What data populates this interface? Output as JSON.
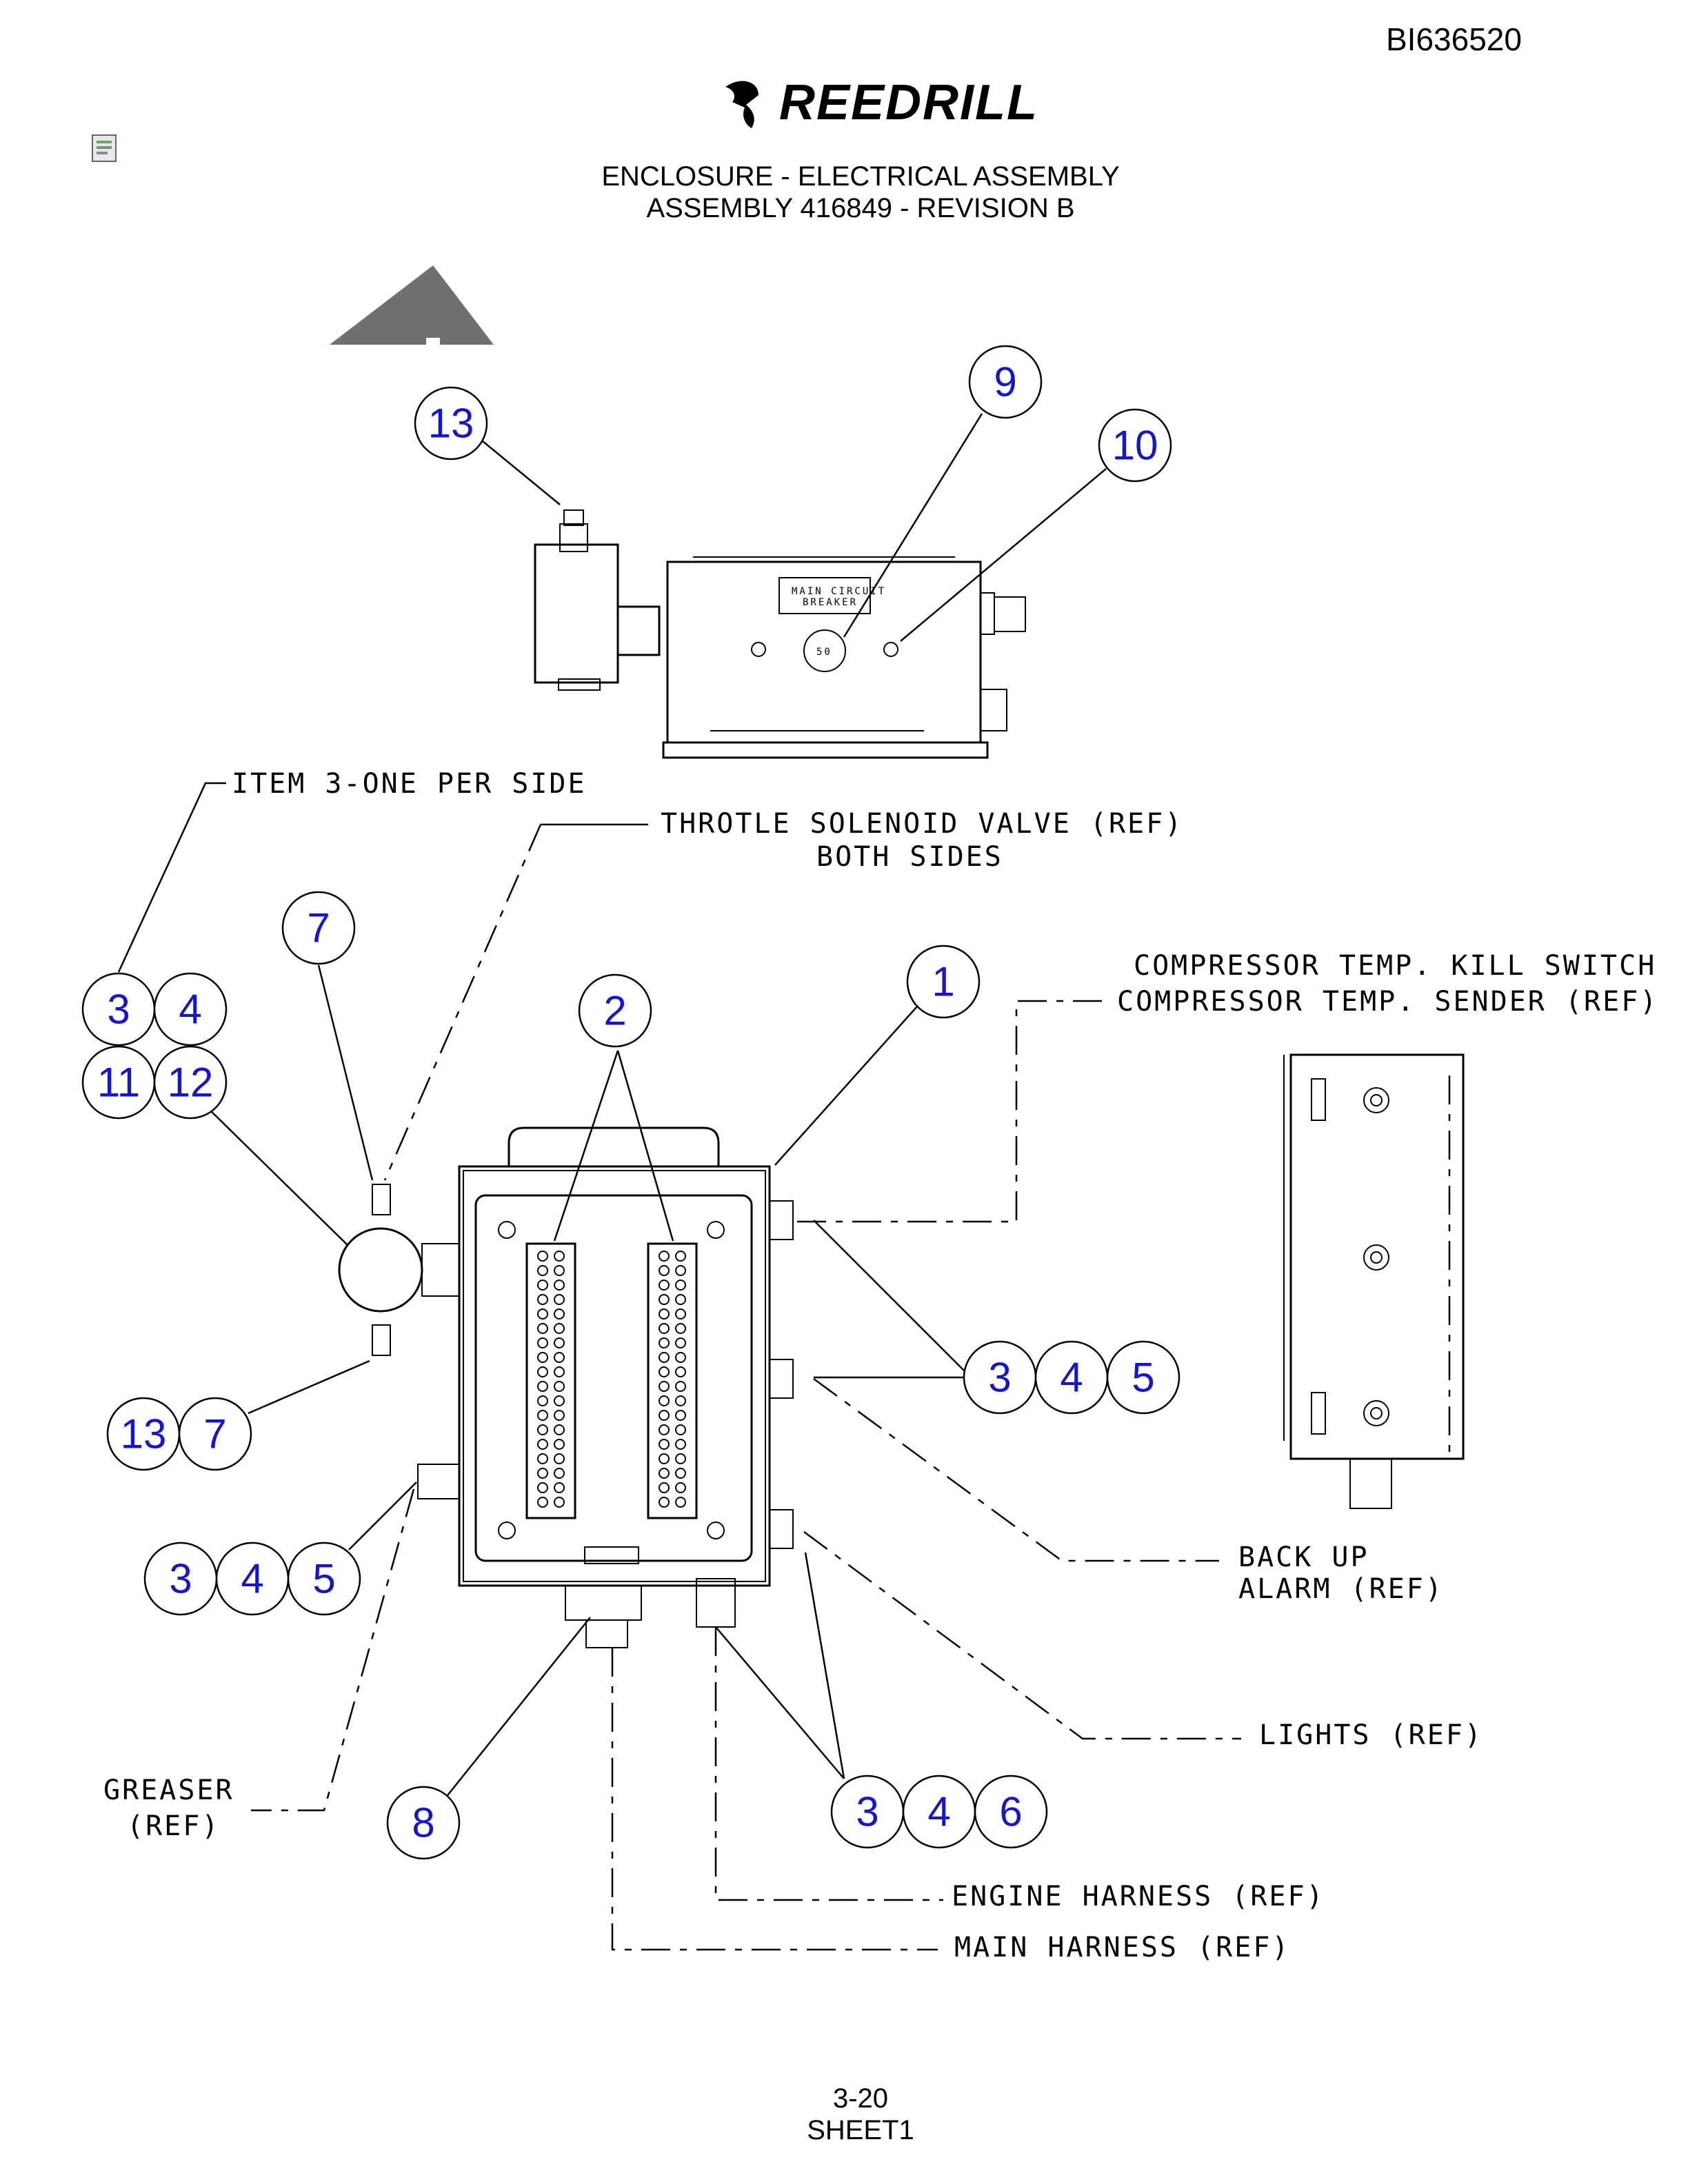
{
  "document": {
    "id": "BI636520",
    "brand": "REEDRILL",
    "title_line1": "ENCLOSURE - ELECTRICAL ASSEMBLY",
    "title_line2": "ASSEMBLY 416849 - REVISION B",
    "page_number": "3-20",
    "sheet": "SHEET1"
  },
  "top_view": {
    "label_plate": [
      "MAIN CIRCUIT",
      "BREAKER"
    ],
    "breaker_text": "50"
  },
  "callouts": {
    "item3_note": "ITEM 3-ONE PER SIDE",
    "throttle_line1": "THROTLE SOLENOID VALVE (REF)",
    "throttle_line2": "BOTH SIDES",
    "comp_line1": "COMPRESSOR TEMP. KILL SWITCH",
    "comp_line2": "COMPRESSOR TEMP. SENDER (REF)",
    "backup_line1": "BACK UP",
    "backup_line2": "ALARM (REF)",
    "lights": "LIGHTS (REF)",
    "greaser_line1": "GREASER",
    "greaser_line2": "(REF)",
    "engine_harness": "ENGINE HARNESS (REF)",
    "main_harness": "MAIN HARNESS (REF)"
  },
  "bubbles": {
    "b13_top": "13",
    "b9": "9",
    "b10": "10",
    "b7_top": "7",
    "b3_a": "3",
    "b4_a": "4",
    "b11": "11",
    "b12": "12",
    "b2": "2",
    "b1": "1",
    "b3_b": "3",
    "b4_b": "4",
    "b5_b": "5",
    "b13_b": "13",
    "b7_b": "7",
    "b3_c": "3",
    "b4_c": "4",
    "b5_c": "5",
    "b8": "8",
    "b3_d": "3",
    "b4_d": "4",
    "b6": "6"
  },
  "colors": {
    "bubble_text": "#1515d0",
    "logo_arrow": "#707070"
  }
}
